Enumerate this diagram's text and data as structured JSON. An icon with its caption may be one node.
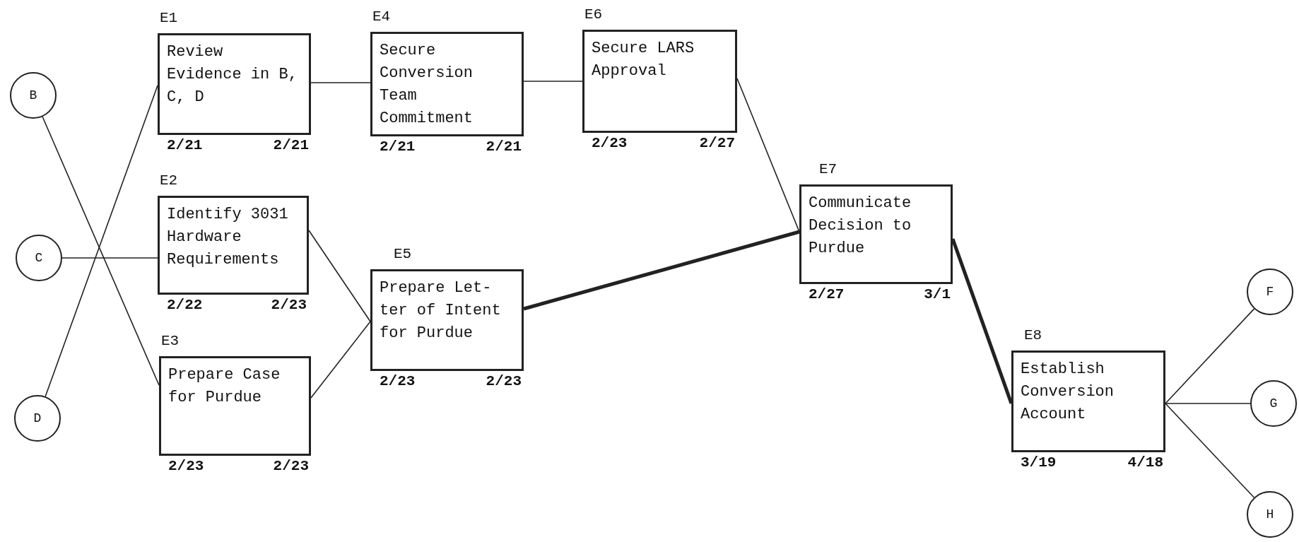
{
  "diagram": {
    "nodes": [
      {
        "text": [
          "B"
        ]
      },
      {
        "text": [
          "C"
        ]
      },
      {
        "text": [
          "D"
        ]
      },
      {
        "text": [
          "E1",
          "Review Evidence in B, C, D"
        ],
        "beside": [
          "2/21",
          "2/21"
        ]
      },
      {
        "text": [
          "E2",
          "Identify 3031 Hardware Requirements"
        ],
        "beside": [
          "2/22",
          "2/23"
        ]
      },
      {
        "text": [
          "E3",
          "Prepare Case for Purdue"
        ],
        "beside": [
          "2/23",
          "2/23"
        ]
      },
      {
        "text": [
          "E4",
          "Secure Conversion Team Commitment"
        ],
        "beside": [
          "2/21",
          "2/21"
        ]
      },
      {
        "text": [
          "E5",
          "Prepare Let- ter of Intent for Purdue"
        ],
        "beside": [
          "2/23",
          "2/23"
        ]
      },
      {
        "text": [
          "E6",
          "Secure LARS Approval"
        ],
        "beside": [
          "2/23",
          "2/27"
        ]
      },
      {
        "text": [
          "E7",
          "Communicate Decision to Purdue"
        ],
        "beside": [
          "2/27",
          "3/1"
        ]
      },
      {
        "text": [
          "E8",
          "Establish Conversion Account"
        ],
        "beside": [
          "3/19",
          "4/18"
        ]
      },
      {
        "text": [
          "F"
        ]
      },
      {
        "text": [
          "G"
        ]
      },
      {
        "text": [
          "H"
        ]
      }
    ],
    "edges": [
      {
        "from": 0,
        "to": 5,
        "arrow": "none"
      },
      {
        "from": 1,
        "to": 4,
        "arrow": "none"
      },
      {
        "from": 2,
        "to": 3,
        "arrow": "none"
      },
      {
        "from": 3,
        "to": 6,
        "arrow": "none"
      },
      {
        "from": 6,
        "to": 8,
        "arrow": "none"
      },
      {
        "from": 8,
        "to": 9,
        "arrow": "none"
      },
      {
        "from": 4,
        "to": 7,
        "arrow": "none"
      },
      {
        "from": 5,
        "to": 7,
        "arrow": "none"
      },
      {
        "from": 7,
        "to": 9,
        "arrow": "none",
        "style": "thick"
      },
      {
        "from": 9,
        "to": 10,
        "arrow": "none",
        "style": "thick"
      },
      {
        "from": 10,
        "to": 11,
        "arrow": "none"
      },
      {
        "from": 10,
        "to": 12,
        "arrow": "none"
      },
      {
        "from": 10,
        "to": 13,
        "arrow": "none"
      }
    ]
  }
}
